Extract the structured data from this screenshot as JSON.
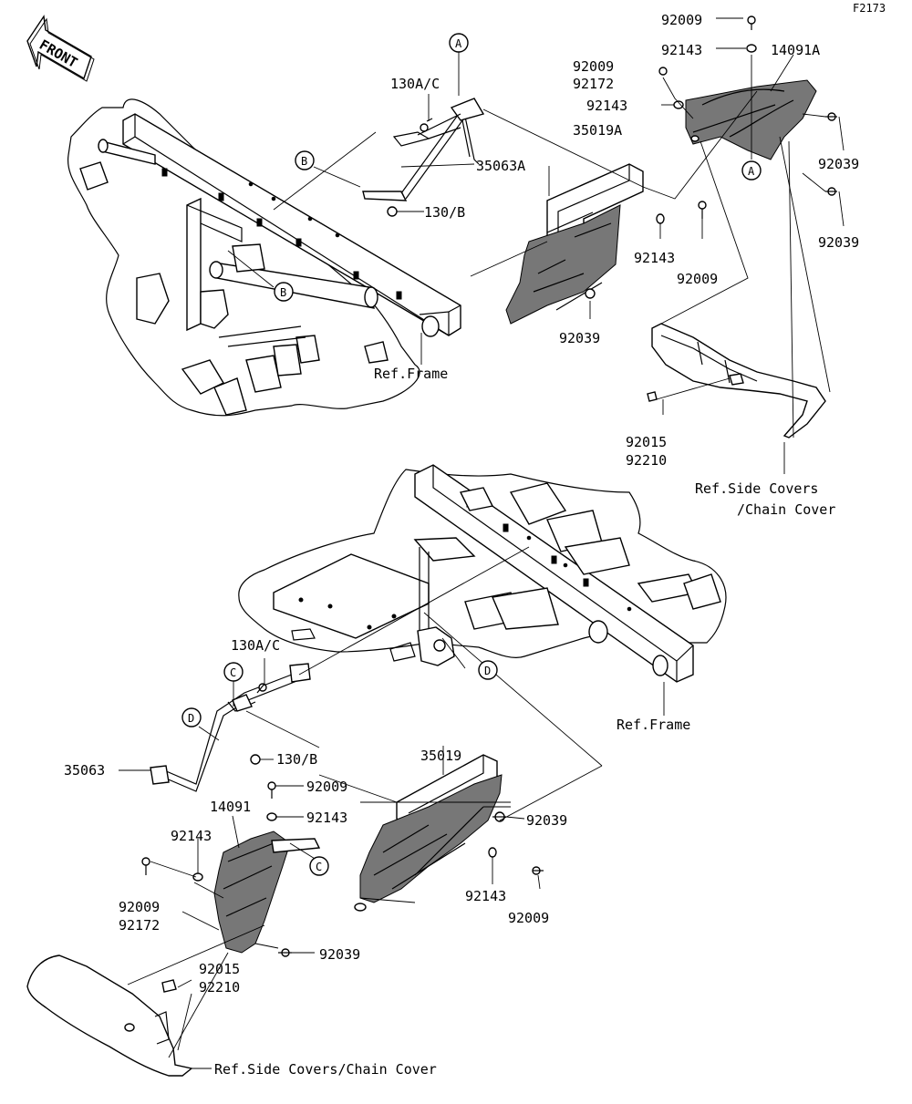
{
  "figure_code": "F2173",
  "front_label": "FRONT",
  "callouts": {
    "a": "A",
    "b": "B",
    "c": "C",
    "d": "D"
  },
  "top_labels": {
    "p130ac": "130A/C",
    "p130b": "130/B",
    "p35063a": "35063A",
    "p35019a": "35019A",
    "p92009_a": "92009",
    "p92143_a": "92143",
    "p14091a": "14091A",
    "p92009_b": "92009",
    "p92172_b": "92172",
    "p92143_b": "92143",
    "p92039_a": "92039",
    "p92039_b": "92039",
    "p92143_c": "92143",
    "p92009_c": "92009",
    "p92039_c": "92039",
    "ref_frame": "Ref.Frame",
    "p92015": "92015",
    "p92210": "92210",
    "ref_side_1": "Ref.Side Covers",
    "ref_side_2": "/Chain Cover"
  },
  "bottom_labels": {
    "p130ac": "130A/C",
    "ref_frame": "Ref.Frame",
    "p35063": "35063",
    "p130b": "130/B",
    "p35019": "35019",
    "p92009_a": "92009",
    "p14091": "14091",
    "p92143_a": "92143",
    "p92039_a": "92039",
    "p92143_b": "92143",
    "p92009_b": "92009",
    "p92172_b": "92172",
    "p92143_c": "92143",
    "p92009_c": "92009",
    "p92039_b": "92039",
    "p92015": "92015",
    "p92210": "92210",
    "ref_side": "Ref.Side Covers/Chain Cover"
  },
  "icons": {
    "front_arrow": "front-arrow-icon"
  }
}
